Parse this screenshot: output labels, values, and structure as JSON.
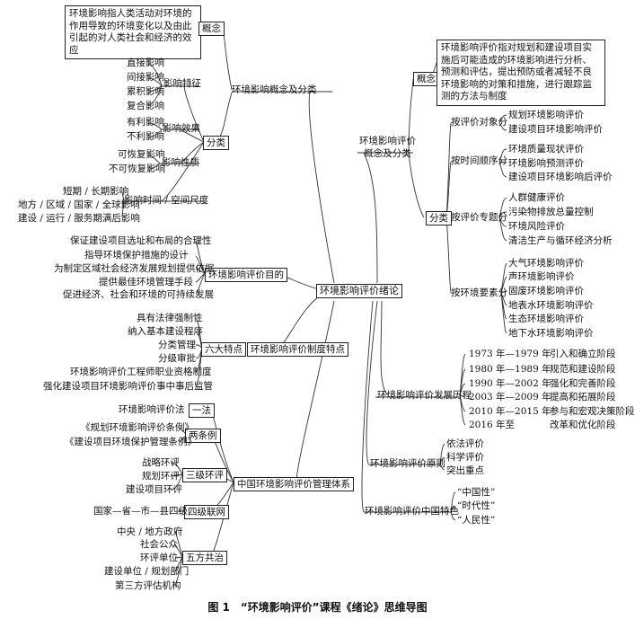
{
  "center": "环境影响评价绪论",
  "left": {
    "concept_group": {
      "label": "环境影响概念及分类",
      "concept_tag": "概念",
      "concept_text": "环境影响指人类活动对环境的作用导致的环境变化以及由此引起的对人类社会和经济的效应",
      "classification_tag": "分类",
      "by_feature": {
        "label": "影响特征",
        "items": [
          "直接影响",
          "间接影响",
          "累积影响",
          "复合影响"
        ]
      },
      "by_effect": {
        "label": "影响效果",
        "items": [
          "有利影响",
          "不利影响"
        ]
      },
      "by_nature": {
        "label": "影响性质",
        "items": [
          "可恢复影响",
          "不可恢复影响"
        ]
      },
      "by_scale": {
        "label": "影响时间 / 空间尺度",
        "items": [
          "短期 / 长期影响",
          "地方 / 区域 / 国家 / 全球影响",
          "建设 / 运行 / 服务期满后影响"
        ]
      }
    },
    "purpose_group": {
      "label": "环境影响评价目的",
      "items": [
        "保证建设项目选址和布局的合理性",
        "指导环境保护措施的设计",
        "为制定区域社会经济发展规划提供依据",
        "提供最佳环境管理手段",
        "促进经济、社会和环境的可持续发展"
      ]
    },
    "system_group": {
      "label": "环境影响评价制度特点",
      "tag": "六大特点",
      "items": [
        "具有法律强制性",
        "纳入基本建设程序",
        "分类管理",
        "分级审批",
        "环境影响评价工程师职业资格制度",
        "强化建设项目环境影响评价事中事后监管"
      ]
    },
    "management_group": {
      "label": "中国环境影响评价管理体系",
      "one_law": {
        "tag": "一法",
        "items": [
          "环境影响评价法"
        ]
      },
      "two_regs": {
        "tag": "两条例",
        "items": [
          "《规划环境影响评价条例》",
          "《建设项目环境保护管理条例》"
        ]
      },
      "three_levels": {
        "tag": "三级环评",
        "items": [
          "战略环评",
          "规划环评",
          "建设项目环评"
        ]
      },
      "four_levels": {
        "tag": "四级联网",
        "items": [
          "国家—省—市—县四级"
        ]
      },
      "five_parties": {
        "tag": "五方共治",
        "items": [
          "中央 / 地方政府",
          "社会公众",
          "环评单位",
          "建设单位 / 规划部门",
          "第三方评估机构"
        ]
      }
    }
  },
  "right": {
    "concept_group": {
      "label_line1": "环境影响评价",
      "label_line2": "概念及分类",
      "concept_tag": "概念",
      "concept_text": "环境影响评价指对规划和建设项目实施后可能造成的环境影响进行分析、预测和评估，提出预防或者减轻不良环境影响的对策和措施，进行跟踪监测的方法与制度",
      "classification_tag": "分类",
      "by_object": {
        "label": "按评价对象分",
        "items": [
          "规划环境影响评价",
          "建设项目环境影响评价"
        ]
      },
      "by_time": {
        "label": "按时间顺序分",
        "items": [
          "环境质量现状评价",
          "环境影响预测评价",
          "建设项目环境影响后评价"
        ]
      },
      "by_topic": {
        "label": "按评价专题分",
        "items": [
          "人群健康评价",
          "污染物排放总量控制",
          "环境风险评价",
          "清洁生产与循环经济分析"
        ]
      },
      "by_element": {
        "label": "按环境要素分",
        "items": [
          "大气环境影响评价",
          "声环境影响评价",
          "固废环境影响评价",
          "地表水环境影响评价",
          "生态环境影响评价",
          "地下水环境影响评价"
        ]
      }
    },
    "history_group": {
      "label": "环境影响评价发展历程",
      "stages": [
        {
          "period": "1973 年—1979 年",
          "name": "引入和确立阶段"
        },
        {
          "period": "1980 年—1989 年",
          "name": "规范和建设阶段"
        },
        {
          "period": "1990 年—2002 年",
          "name": "强化和完善阶段"
        },
        {
          "period": "2003 年—2009 年",
          "name": "提高和拓展阶段"
        },
        {
          "period": "2010 年—2015 年",
          "name": "参与和宏观决策阶段"
        },
        {
          "period": "2016 年至",
          "name": "改革和优化阶段"
        }
      ]
    },
    "principle_group": {
      "label": "环境影响评价原则",
      "items": [
        "依法评价",
        "科学评价",
        "突出重点"
      ]
    },
    "feature_group": {
      "label": "环境影响评价中国特色",
      "items": [
        "“中国性”",
        "“时代性”",
        "“人民性”"
      ]
    }
  },
  "caption": "图 1　“环境影响评价”课程《绪论》思维导图"
}
